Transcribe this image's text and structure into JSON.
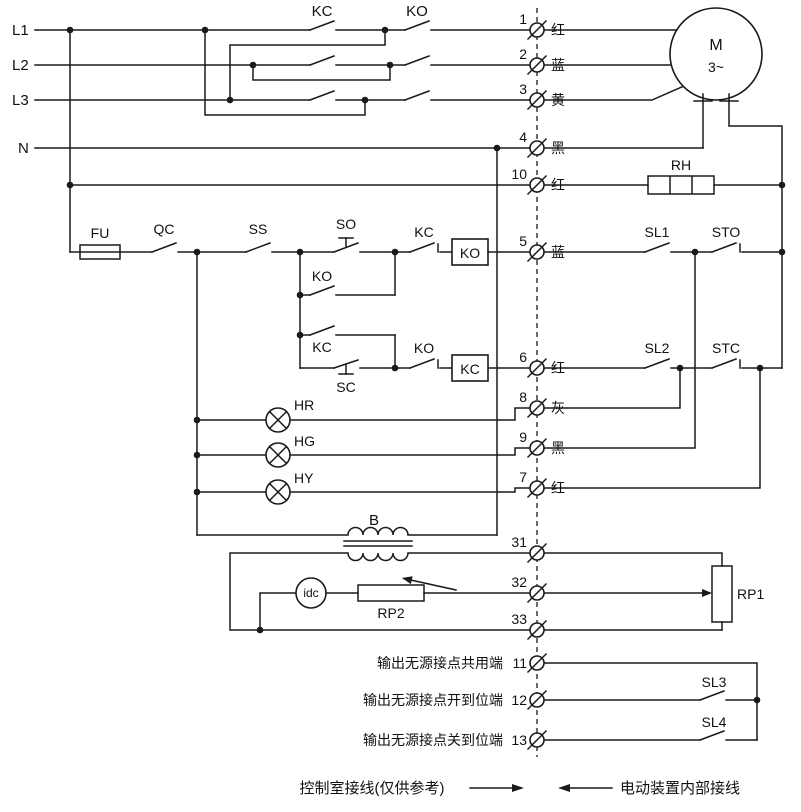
{
  "power_lines": [
    "L1",
    "L2",
    "L3",
    "N"
  ],
  "main_contacts": {
    "kc": "KC",
    "ko": "KO"
  },
  "motor": {
    "label": "M",
    "phase": "3~"
  },
  "components": {
    "fu": "FU",
    "qc": "QC",
    "ss": "SS",
    "so": "SO",
    "sc": "SC",
    "ko_seal": "KO",
    "kc_seal": "KC",
    "kc_interlock": "KC",
    "ko_interlock": "KO",
    "ko_coil": "KO",
    "kc_coil": "KC",
    "lamp_hr": "HR",
    "lamp_hg": "HG",
    "lamp_hy": "HY",
    "transformer": "B",
    "idc": "idc",
    "rp2": "RP2",
    "rp1": "RP1",
    "heater": "RH",
    "sl1": "SL1",
    "sto": "STO",
    "sl2": "SL2",
    "stc": "STC",
    "sl3": "SL3",
    "sl4": "SL4"
  },
  "terminals": [
    {
      "id": "1",
      "color": "红"
    },
    {
      "id": "2",
      "color": "蓝"
    },
    {
      "id": "3",
      "color": "黄"
    },
    {
      "id": "4",
      "color": "黑"
    },
    {
      "id": "10",
      "color": "红"
    },
    {
      "id": "5",
      "color": "蓝"
    },
    {
      "id": "6",
      "color": "红"
    },
    {
      "id": "8",
      "color": "灰"
    },
    {
      "id": "9",
      "color": "黑"
    },
    {
      "id": "7",
      "color": "红"
    },
    {
      "id": "31",
      "color": ""
    },
    {
      "id": "32",
      "color": ""
    },
    {
      "id": "33",
      "color": ""
    },
    {
      "id": "11",
      "color": ""
    },
    {
      "id": "12",
      "color": ""
    },
    {
      "id": "13",
      "color": ""
    }
  ],
  "output_labels": [
    "输出无源接点共用端",
    "输出无源接点开到位端",
    "输出无源接点关到位端"
  ],
  "captions": {
    "left": "控制室接线(仅供参考)",
    "right": "电动装置内部接线"
  }
}
